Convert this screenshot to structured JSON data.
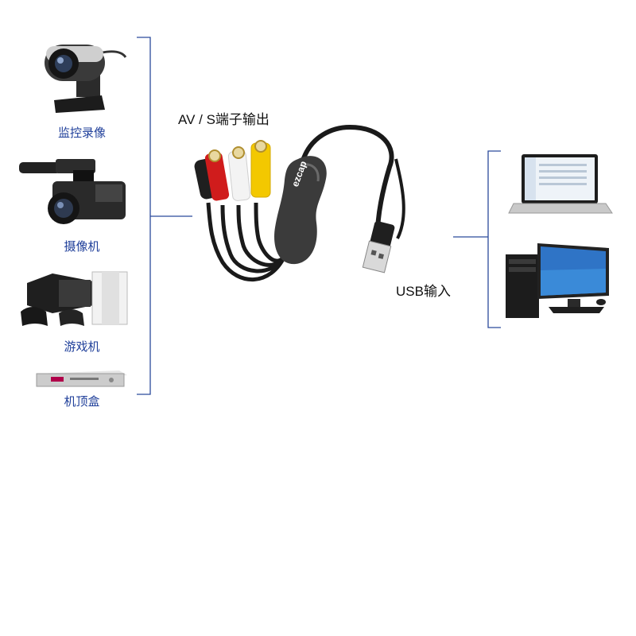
{
  "colors": {
    "bracket": "#2b4a9c",
    "label": "#1f3f9a",
    "text": "#111111"
  },
  "sources": [
    {
      "label": "监控录像",
      "icon": "webcam-icon"
    },
    {
      "label": "摄像机",
      "icon": "camcorder-icon"
    },
    {
      "label": "游戏机",
      "icon": "game-console-icon"
    },
    {
      "label": "机顶盒",
      "icon": "set-top-box-icon"
    }
  ],
  "cable": {
    "brand": "ezcap",
    "av_label": "AV / S端子输出",
    "usb_label": "USB输入"
  },
  "targets": [
    {
      "icon": "laptop-icon"
    },
    {
      "icon": "desktop-pc-icon"
    }
  ]
}
